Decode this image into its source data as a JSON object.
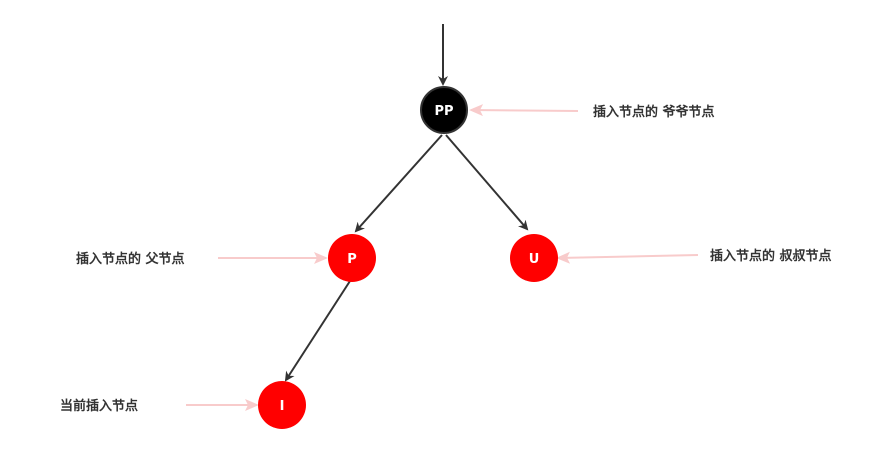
{
  "colors": {
    "black_node": "#000000",
    "red_node": "#ff0000",
    "edge": "#333333",
    "pointer": "#f8cbcb",
    "node_text": "#ffffff",
    "annotation_text": "#333333"
  },
  "nodes": {
    "grandparent": {
      "label": "PP",
      "color": "black"
    },
    "parent": {
      "label": "P",
      "color": "red"
    },
    "uncle": {
      "label": "U",
      "color": "red"
    },
    "inserted": {
      "label": "I",
      "color": "red"
    }
  },
  "annotations": {
    "grandparent": "插入节点的 爷爷节点",
    "parent": "插入节点的 父节点",
    "uncle": "插入节点的 叔叔节点",
    "inserted": "当前插入节点"
  }
}
